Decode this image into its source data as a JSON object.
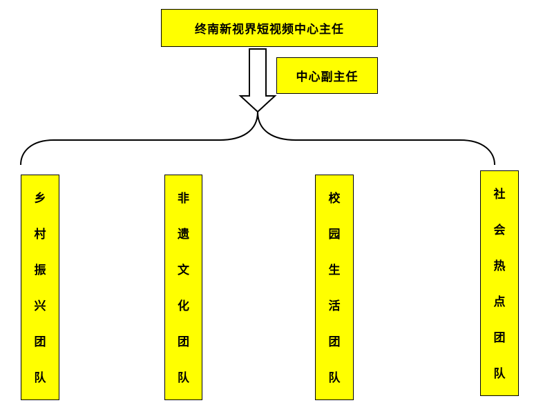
{
  "chart": {
    "head": "终南新视界短视频中心主任",
    "deputy": "中心副主任",
    "teams": [
      {
        "label": "乡村振兴团队",
        "chars": [
          "乡",
          "村",
          "振",
          "兴",
          "团",
          "队"
        ]
      },
      {
        "label": "非遗文化团队",
        "chars": [
          "非",
          "遗",
          "文",
          "化",
          "团",
          "队"
        ]
      },
      {
        "label": "校园生活团队",
        "chars": [
          "校",
          "园",
          "生",
          "活",
          "团",
          "队"
        ]
      },
      {
        "label": "社会热点团队",
        "chars": [
          "社",
          "会",
          "热",
          "点",
          "团",
          "队"
        ]
      }
    ]
  },
  "colors": {
    "box_fill": "#ffff00",
    "stroke": "#000000"
  }
}
